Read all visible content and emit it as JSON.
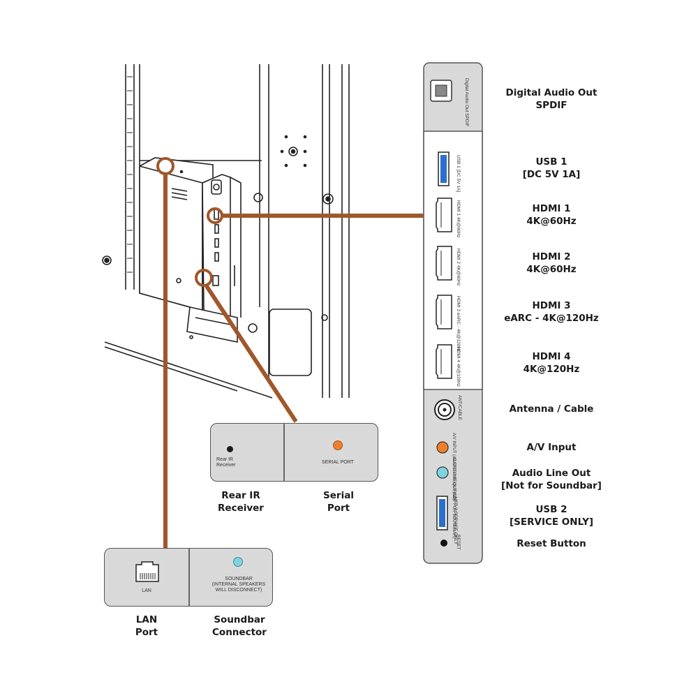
{
  "right_labels": [
    {
      "id": "spdif",
      "l1": "Digital Audio Out",
      "l2": "SPDIF"
    },
    {
      "id": "usb1",
      "l1": "USB 1",
      "l2": "[DC 5V 1A]"
    },
    {
      "id": "hdmi1",
      "l1": "HDMI 1",
      "l2": "4K@60Hz"
    },
    {
      "id": "hdmi2",
      "l1": "HDMI 2",
      "l2": "4K@60Hz"
    },
    {
      "id": "hdmi3",
      "l1": "HDMI 3",
      "l2": "eARC - 4K@120Hz"
    },
    {
      "id": "hdmi4",
      "l1": "HDMI 4",
      "l2": "4K@120Hz"
    },
    {
      "id": "antenna",
      "l1": "Antenna / Cable"
    },
    {
      "id": "av",
      "l1": "A/V Input"
    },
    {
      "id": "lineout",
      "l1": "Audio Line Out",
      "l2": "[Not for Soundbar]"
    },
    {
      "id": "usb2",
      "l1": "USB 2",
      "l2": "[SERVICE ONLY]"
    },
    {
      "id": "reset",
      "l1": "Reset Button"
    }
  ],
  "strip_text": {
    "spdif": "Digital Audio Out SPDIF",
    "usb1": "USB 1 [DC 5V 1A]",
    "hdmi1": "HDMI 1 4K@60Hz",
    "hdmi2": "HDMI 2 4K@60Hz",
    "hdmi3": "HDMI 3 eARC - 4K@120Hz",
    "hdmi4": "HDMI 4 4K@120Hz",
    "antenna": "ANT/CABLE",
    "av": "A/V INPUT (ADAPTER REQUIRED)",
    "lineout": "AUDIO LINE OUT (NOT FOR SOUNDBAR)",
    "usb2": "USB 2 SERVICE ONLY",
    "reset": "RESET"
  },
  "middle_box": {
    "ir_small": "Rear IR Receiver",
    "serial_small": "SERIAL PORT",
    "ir_label_1": "Rear IR",
    "ir_label_2": "Receiver",
    "serial_label_1": "Serial",
    "serial_label_2": "Port"
  },
  "bottom_box": {
    "lan_small": "LAN",
    "soundbar_small_1": "SOUNDBAR",
    "soundbar_small_2": "(INTERNAL SPEAKERS",
    "soundbar_small_3": "WILL DISCONNECT)",
    "lan_label_1": "LAN",
    "lan_label_2": "Port",
    "soundbar_label_1": "Soundbar",
    "soundbar_label_2": "Connector"
  },
  "colors": {
    "leader": "#a0572a",
    "orange_port": "#f07f2a",
    "cyan_port": "#7fd3df",
    "usb_blue": "#2b6fd0",
    "panel_gray": "#d9d9d9"
  }
}
